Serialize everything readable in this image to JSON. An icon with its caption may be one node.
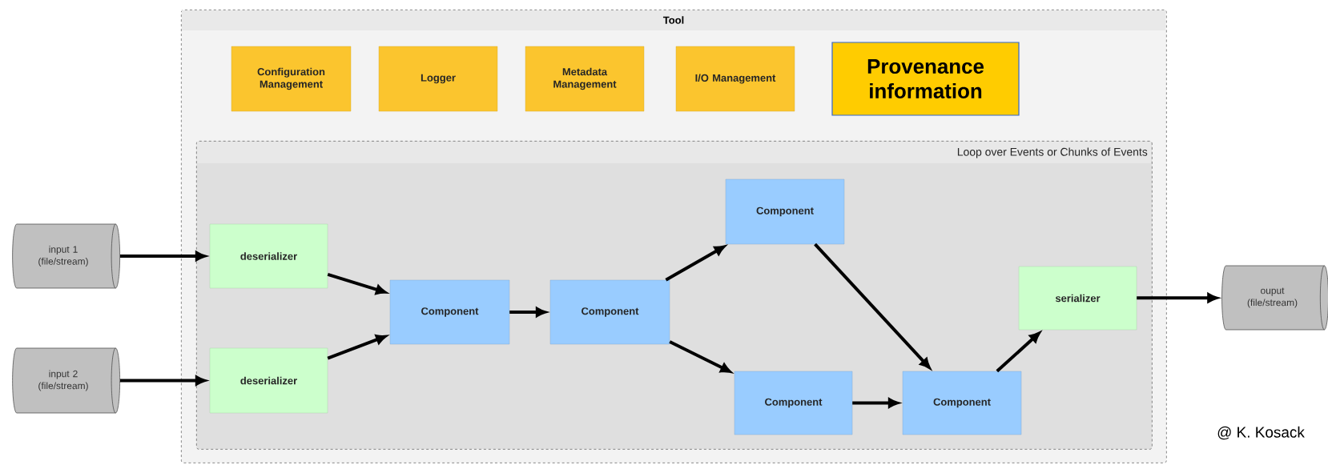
{
  "diagram": {
    "nodes": [
      {
        "text": [
          "Tool"
        ]
      },
      {
        "text": [
          "Configuration Management"
        ],
        "in": 0
      },
      {
        "text": [
          "Logger"
        ],
        "in": 0
      },
      {
        "text": [
          "Metadata Management"
        ],
        "in": 0
      },
      {
        "text": [
          "I/O Management"
        ],
        "in": 0
      },
      {
        "text": [
          "Provenance information"
        ],
        "in": 0
      },
      {
        "text": [
          "Loop over Events or Chunks of Events"
        ],
        "in": 0
      },
      {
        "text": [
          "input 1 (file/stream)"
        ]
      },
      {
        "text": [
          "input 2 (file/stream)"
        ]
      },
      {
        "text": [
          "deserializer"
        ],
        "in": 6
      },
      {
        "text": [
          "deserializer"
        ],
        "in": 6
      },
      {
        "text": [
          "Component"
        ],
        "in": 6
      },
      {
        "text": [
          "Component"
        ],
        "in": 6
      },
      {
        "text": [
          "Component"
        ],
        "in": 6
      },
      {
        "text": [
          "Component"
        ],
        "in": 6
      },
      {
        "text": [
          "Component"
        ],
        "in": 6
      },
      {
        "text": [
          "serializer"
        ],
        "in": 6
      },
      {
        "text": [
          "ouput (file/stream)"
        ]
      }
    ],
    "edges": [
      {
        "from": 7,
        "to": 9,
        "arrow": "to"
      },
      {
        "from": 8,
        "to": 10,
        "arrow": "to"
      },
      {
        "from": 9,
        "to": 11,
        "arrow": "to"
      },
      {
        "from": 10,
        "to": 11,
        "arrow": "to"
      },
      {
        "from": 11,
        "to": 12,
        "arrow": "to"
      },
      {
        "from": 12,
        "to": 13,
        "arrow": "to"
      },
      {
        "from": 12,
        "to": 14,
        "arrow": "to"
      },
      {
        "from": 13,
        "to": 15,
        "arrow": "to"
      },
      {
        "from": 14,
        "to": 15,
        "arrow": "to"
      },
      {
        "from": 15,
        "to": 16,
        "arrow": "to"
      },
      {
        "from": 16,
        "to": 17,
        "arrow": "to"
      }
    ],
    "labels": [
      "@ K. Kosack"
    ]
  }
}
